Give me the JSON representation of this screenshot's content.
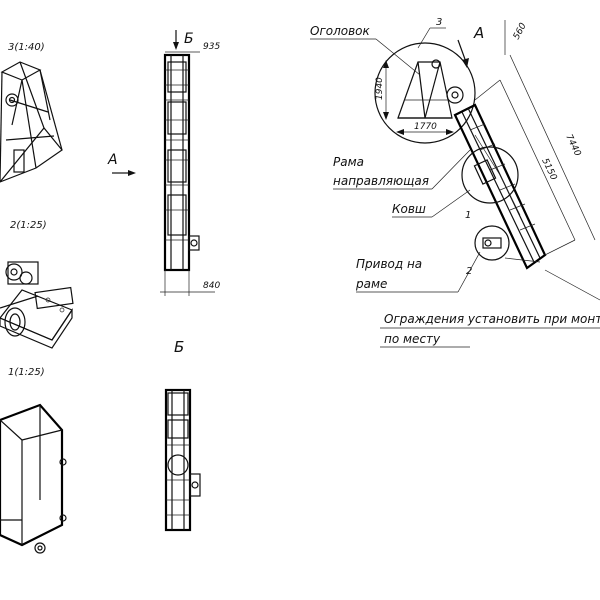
{
  "scale_labels": {
    "detail3": "3(1:40)",
    "detail2": "2(1:25)",
    "detail1": "1(1:25)"
  },
  "view_labels": {
    "arrow_a_left": "А",
    "section_b_top": "Б",
    "section_b_bottom": "Б",
    "arrow_a_main": "А"
  },
  "dimensions": {
    "top_width": "935",
    "bottom_width": "840",
    "head_height": "1940",
    "head_width": "1770",
    "top_offset": "560",
    "length_inner": "5150",
    "length_outer": "7440"
  },
  "callouts": {
    "head": "Оголовок",
    "frame_line1": "Рама",
    "frame_line2": "направляющая",
    "bucket": "Ковш",
    "drive_line1": "Привод на",
    "drive_line2": "раме",
    "fence_line1": "Ограждения установить при монтаже",
    "fence_line2": "по месту"
  },
  "detail_numbers": {
    "n3": "3",
    "n1": "1",
    "n2": "2"
  }
}
